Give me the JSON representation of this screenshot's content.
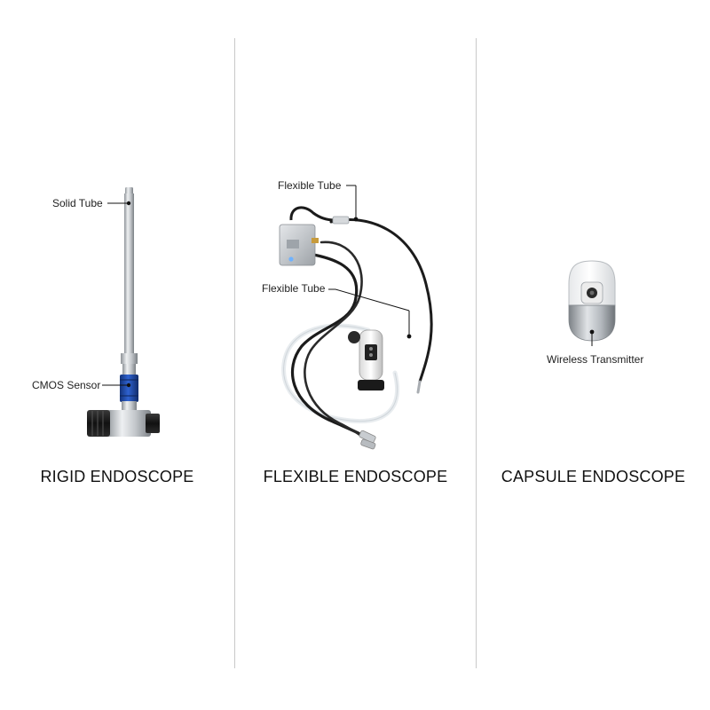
{
  "panels": {
    "rigid": {
      "title": "RIGID ENDOSCOPE",
      "callouts": {
        "solid_tube": "Solid Tube",
        "cmos_sensor": "CMOS Sensor"
      }
    },
    "flexible": {
      "title": "FLEXIBLE ENDOSCOPE",
      "callouts": {
        "flexible_tube_top": "Flexible Tube",
        "flexible_tube_mid": "Flexible Tube"
      }
    },
    "capsule": {
      "title": "CAPSULE ENDOSCOPE",
      "callouts": {
        "wireless_transmitter": "Wireless Transmitter"
      }
    }
  },
  "colors": {
    "sensor_blue": "#1f4fb5",
    "metal": "#c9ccd0",
    "cable": "#1b1b1b",
    "divider": "#c9c9c9"
  }
}
